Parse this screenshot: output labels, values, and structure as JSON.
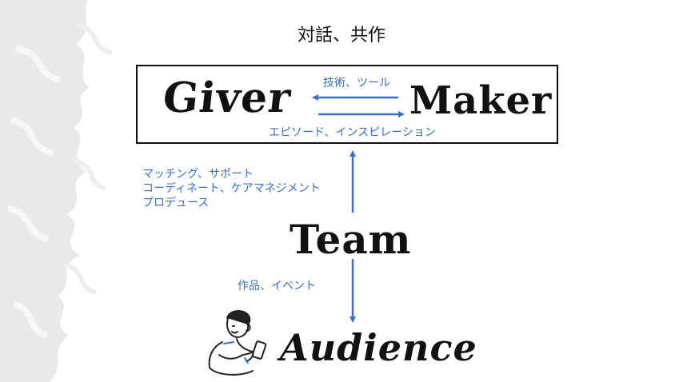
{
  "title": "対話、共作",
  "nodes": {
    "giver": "Giver",
    "maker": "Maker",
    "team": "Team",
    "audience": "Audience"
  },
  "edges": {
    "maker_to_giver": "技術、ツール",
    "giver_to_maker": "エピソード、インスピレーション",
    "team_to_box": [
      "マッチング、サポート",
      "コーディネート、ケアマネジメント",
      "プロデュース"
    ],
    "team_to_audience": "作品、イベント"
  },
  "colors": {
    "arrow": "#3a6fc4",
    "text": "#111111",
    "brush": "#e6e6e6"
  },
  "icons": [
    "person-with-phone-icon"
  ]
}
